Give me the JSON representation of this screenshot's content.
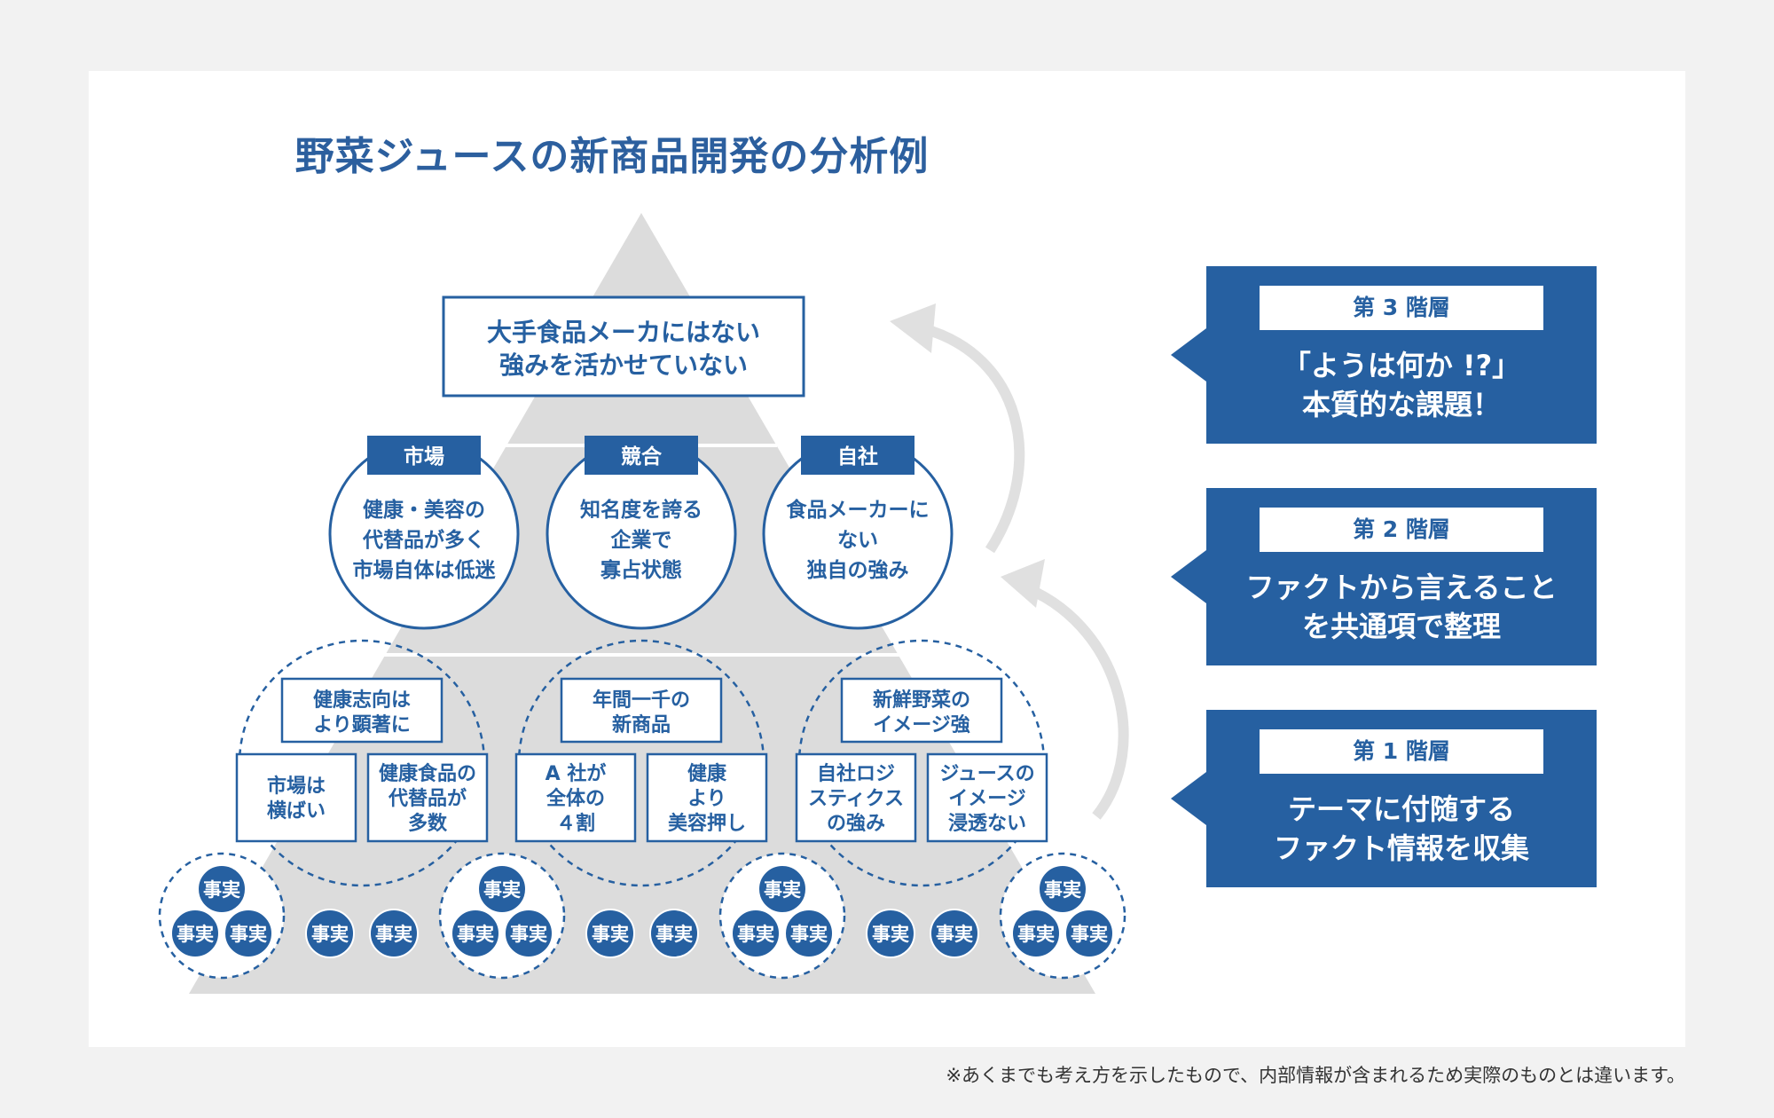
{
  "title": "野菜ジュースの新商品開発の分析例",
  "colors": {
    "accent": "#2660a1",
    "pyramid": "#dcdcdc",
    "arrow": "#e0e0e0"
  },
  "top_box": {
    "line1": "大手食品メーカにはない",
    "line2": "強みを活かせていない"
  },
  "level2_circles": [
    {
      "tag": "市場",
      "lines": [
        "健康・美容の",
        "代替品が多く",
        "市場自体は低迷"
      ]
    },
    {
      "tag": "競合",
      "lines": [
        "知名度を誇る",
        "企業で",
        "寡占状態"
      ]
    },
    {
      "tag": "自社",
      "lines": [
        "食品メーカーに",
        "ない",
        "独自の強み"
      ]
    }
  ],
  "level1_groups": [
    {
      "header": [
        "健康志向は",
        "より顕著に"
      ],
      "boxes": [
        [
          "市場は",
          "横ばい"
        ],
        [
          "健康食品の",
          "代替品が",
          "多数"
        ]
      ]
    },
    {
      "header": [
        "年間一千の",
        "新商品"
      ],
      "boxes": [
        [
          "A 社が",
          "全体の",
          "４割"
        ],
        [
          "健康",
          "より",
          "美容押し"
        ]
      ]
    },
    {
      "header": [
        "新鮮野菜の",
        "イメージ強"
      ],
      "boxes": [
        [
          "自社ロジ",
          "スティクス",
          "の強み"
        ],
        [
          "ジュースの",
          "イメージ",
          "浸透ない"
        ]
      ]
    }
  ],
  "fact_label": "事実",
  "side_panels": [
    {
      "level": "第 3 階層",
      "lines": [
        "「ようは何か !?」",
        "本質的な課題！"
      ]
    },
    {
      "level": "第 2 階層",
      "lines": [
        "ファクトから言えること",
        "を共通項で整理"
      ]
    },
    {
      "level": "第 1 階層",
      "lines": [
        "テーマに付随する",
        "ファクト情報を収集"
      ]
    }
  ],
  "note": "※あくまでも考え方を示したもので、内部情報が含まれるため実際のものとは違います。"
}
